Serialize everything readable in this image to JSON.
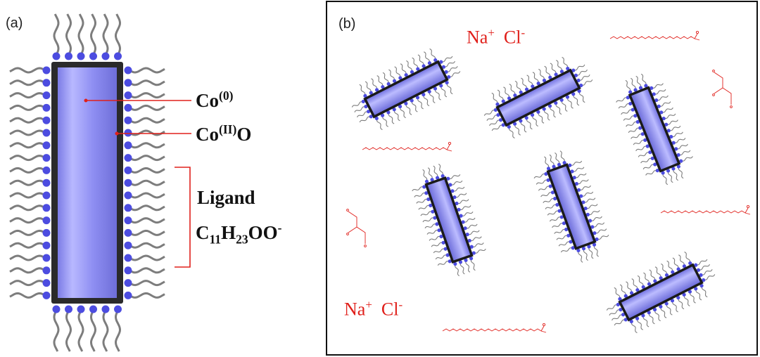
{
  "panel_a": {
    "tag": "(a)",
    "co0_main": "Co",
    "co0_sup": "(0)",
    "co2o_main": "Co",
    "co2o_sup": "(II)",
    "co2o_end": "O",
    "ligand_title": "Ligand",
    "formula": {
      "c": "C",
      "c_sub": "11",
      "h": "H",
      "h_sub": "23",
      "rest": "OO",
      "charge": "-"
    }
  },
  "panel_b": {
    "tag": "(b)",
    "ion_top": {
      "na": "Na",
      "na_charge": "+",
      "cl": "Cl",
      "cl_charge": "-"
    },
    "ion_bottom": {
      "na": "Na",
      "na_charge": "+",
      "cl": "Cl",
      "cl_charge": "-"
    }
  },
  "colors": {
    "rod_fill": "#8c8cf0",
    "rod_highlight": "#c9c9ff",
    "rod_border": "#1a1a1a",
    "bead": "#4c4ce0",
    "chain": "#7d7d7d",
    "arrow": "#e0201b",
    "molecule": "#e0201b"
  }
}
